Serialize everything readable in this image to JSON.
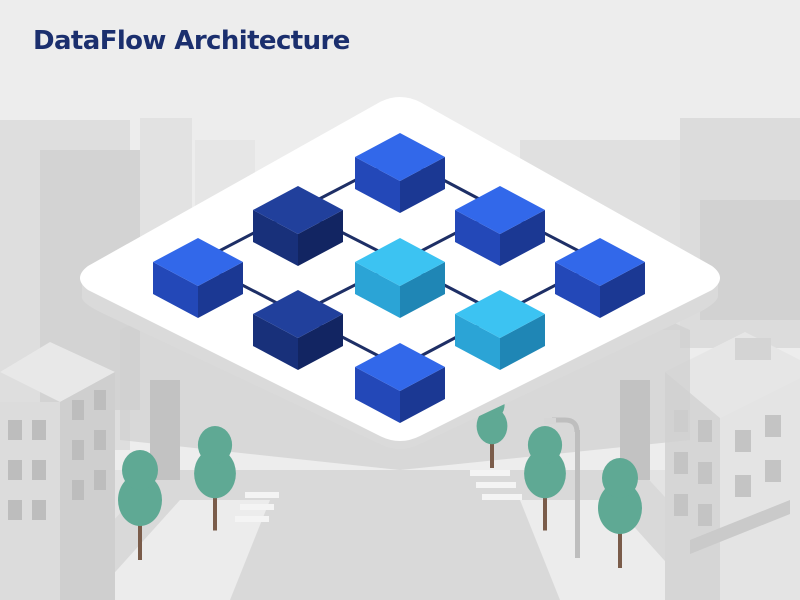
{
  "title": "DataFlow Architecture",
  "colors": {
    "title": "#1b2f6e",
    "node_blue": "#2a55d8",
    "node_navy": "#1c3a8f",
    "node_cyan": "#33b8ec",
    "connector": "#1e2f66",
    "platform": "#ffffff",
    "tree": "#5fa994",
    "building": "#d8d8d8"
  },
  "nodes": [
    {
      "id": "n1",
      "kind": "blue"
    },
    {
      "id": "n2",
      "kind": "navy"
    },
    {
      "id": "n3",
      "kind": "blue"
    },
    {
      "id": "n4",
      "kind": "blue"
    },
    {
      "id": "n5",
      "kind": "cyan"
    },
    {
      "id": "n6",
      "kind": "blue"
    },
    {
      "id": "n7",
      "kind": "navy"
    },
    {
      "id": "n8",
      "kind": "cyan"
    },
    {
      "id": "n9",
      "kind": "blue"
    }
  ],
  "links": [
    [
      "n1",
      "n2"
    ],
    [
      "n1",
      "n3"
    ],
    [
      "n2",
      "n4"
    ],
    [
      "n2",
      "n5"
    ],
    [
      "n3",
      "n5"
    ],
    [
      "n3",
      "n6"
    ],
    [
      "n4",
      "n7"
    ],
    [
      "n5",
      "n7"
    ],
    [
      "n5",
      "n8"
    ],
    [
      "n6",
      "n8"
    ],
    [
      "n7",
      "n9"
    ],
    [
      "n8",
      "n9"
    ]
  ]
}
